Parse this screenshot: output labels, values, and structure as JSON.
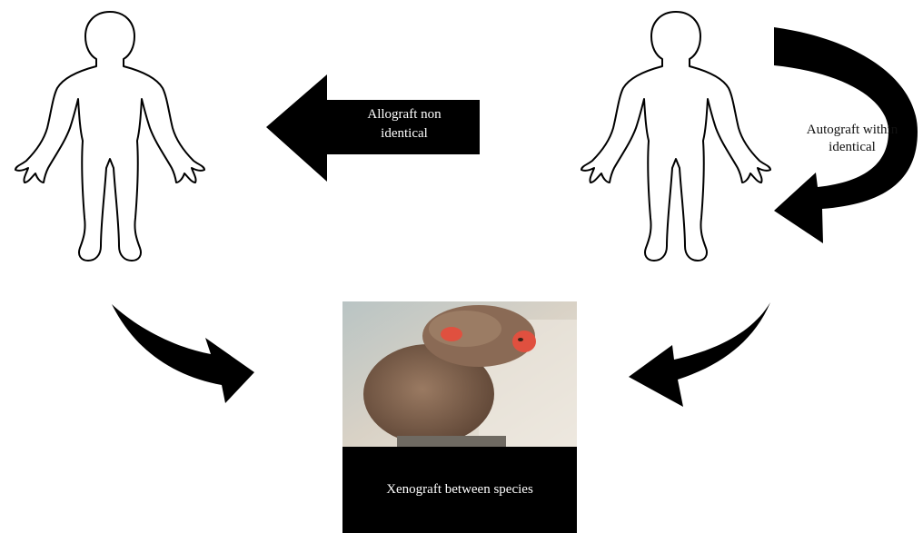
{
  "labels": {
    "allograft_line1": "Allograft non",
    "allograft_line2": "identical",
    "autograft_line1": "Autograft within",
    "autograft_line2": "identical",
    "xenograft": "Xenograft between species"
  },
  "colors": {
    "arrow": "#000000",
    "outline": "#000000",
    "caption_bg": "#000000",
    "caption_text": "#ffffff",
    "monkey_fur": "#8a6a55",
    "monkey_face": "#e0503f",
    "photo_bg": "#d8d0c8"
  },
  "icons": {
    "donor_figure": "human-outline-icon",
    "recipient_figure": "human-outline-icon",
    "monkey_photo": "monkey-photo"
  }
}
